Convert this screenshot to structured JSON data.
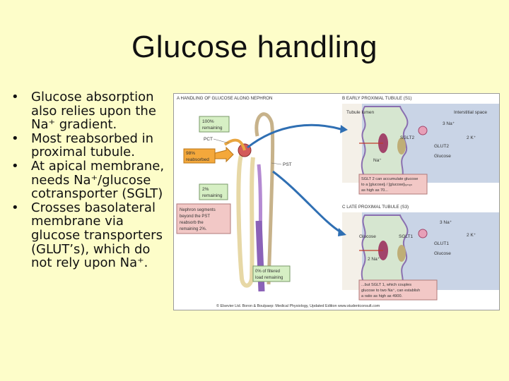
{
  "slide": {
    "title": "Glucose handling",
    "bullets": [
      "Glucose absorption also relies upon the Na⁺ gradient.",
      "Most reabsorbed in proximal tubule.",
      "At apical membrane, needs Na⁺/glucose cotransporter (SGLT)",
      "Crosses basolateral membrane via glucose transporters (GLUT’s), which do not rely upon Na⁺."
    ],
    "bullet_glyph": "•"
  },
  "figure": {
    "panel_a_title": "A  HANDLING OF GLUCOSE ALONG NEPHRON",
    "panel_b_title": "B  EARLY PROXIMAL TUBULE (S1)",
    "panel_c_title": "C  LATE PROXIMAL TUBULE (S3)",
    "box_100_line1": "100%",
    "box_100_line2": "remaining",
    "pct_label": "PCT",
    "box_98_line1": "98%",
    "box_98_line2": "reabsorbed",
    "pst_label": "PST",
    "box_2_line1": "2%",
    "box_2_line2": "remaining",
    "nephron_note_line1": "Nephron segments",
    "nephron_note_line2": "beyond the PST",
    "nephron_note_line3": "reabsorb the",
    "nephron_note_line4": "remaining 2%.",
    "box_0_line1": "0% of filtered",
    "box_0_line2": "load remaining",
    "b_tubule_lumen": "Tubule lumen",
    "b_interstitial": "Interstitial space",
    "b_3na": "3 Na⁺",
    "b_2k": "2 K⁺",
    "b_sglt2": "SGLT2",
    "b_glut2": "GLUT2",
    "b_glucose_right": "Glucose",
    "b_na": "Na⁺",
    "b_note_line1": "SGLT 2 can accumulate glucose",
    "b_note_line2": "to a [glucose]ᵢ / [glucose]ₗᵤₘₑₙ",
    "b_note_line3": "as high as 70...",
    "c_3na": "3 Na⁺",
    "c_2k": "2 K⁺",
    "c_glucose_left": "Glucose",
    "c_sglt1": "SGLT1",
    "c_glut1": "GLUT1",
    "c_2na": "2 Na⁺",
    "c_glucose_right": "Glucose",
    "c_note_line1": "...but SGLT 1, which couples",
    "c_note_line2": "glucose to two Na⁺, can establish",
    "c_note_line3": "a ratio as high as 4900.",
    "credit": "© Elsevier Ltd. Boron & Boulpaep: Medical Physiology, Updated Edition   www.studentconsult.com",
    "colors": {
      "green_box": "#d6efc4",
      "orange_box": "#f4a83b",
      "pink_note": "#f2c8c6",
      "tubule_panel": "#c9d4e6",
      "arrow_blue": "#2f6fb3",
      "cell": "#d6e6d0"
    }
  }
}
